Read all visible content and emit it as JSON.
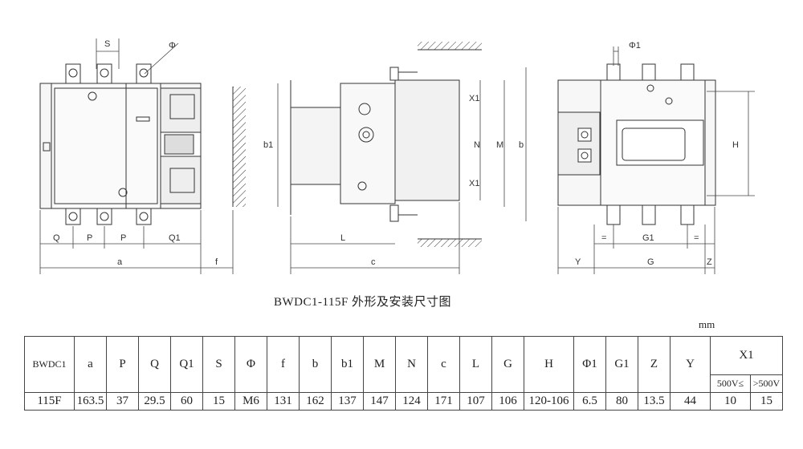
{
  "drawing": {
    "caption": "BWDC1-115F 外形及安装尺寸图",
    "unit": "mm",
    "labels": {
      "S": "S",
      "phi": "Φ",
      "Q": "Q",
      "P": "P",
      "Q1": "Q1",
      "a": "a",
      "f": "f",
      "b1": "b1",
      "X1": "X1",
      "N": "N",
      "M": "M",
      "b": "b",
      "L": "L",
      "c": "c",
      "phi1": "Φ1",
      "H": "H",
      "eq": "=",
      "G1": "G1",
      "Y": "Y",
      "G": "G",
      "Z": "Z"
    }
  },
  "table": {
    "row_header": "BWDC1",
    "columns": [
      "a",
      "P",
      "Q",
      "Q1",
      "S",
      "Φ",
      "f",
      "b",
      "b1",
      "M",
      "N",
      "c",
      "L",
      "G",
      "H",
      "Φ1",
      "G1",
      "Z",
      "Y"
    ],
    "x1_header": "X1",
    "x1_sub": [
      "500V≤",
      ">500V"
    ],
    "model": "115F",
    "values": [
      "163.5",
      "37",
      "29.5",
      "60",
      "15",
      "M6",
      "131",
      "162",
      "137",
      "147",
      "124",
      "171",
      "107",
      "106",
      "120-106",
      "6.5",
      "80",
      "13.5",
      "44"
    ],
    "x1_values": [
      "10",
      "15"
    ]
  }
}
